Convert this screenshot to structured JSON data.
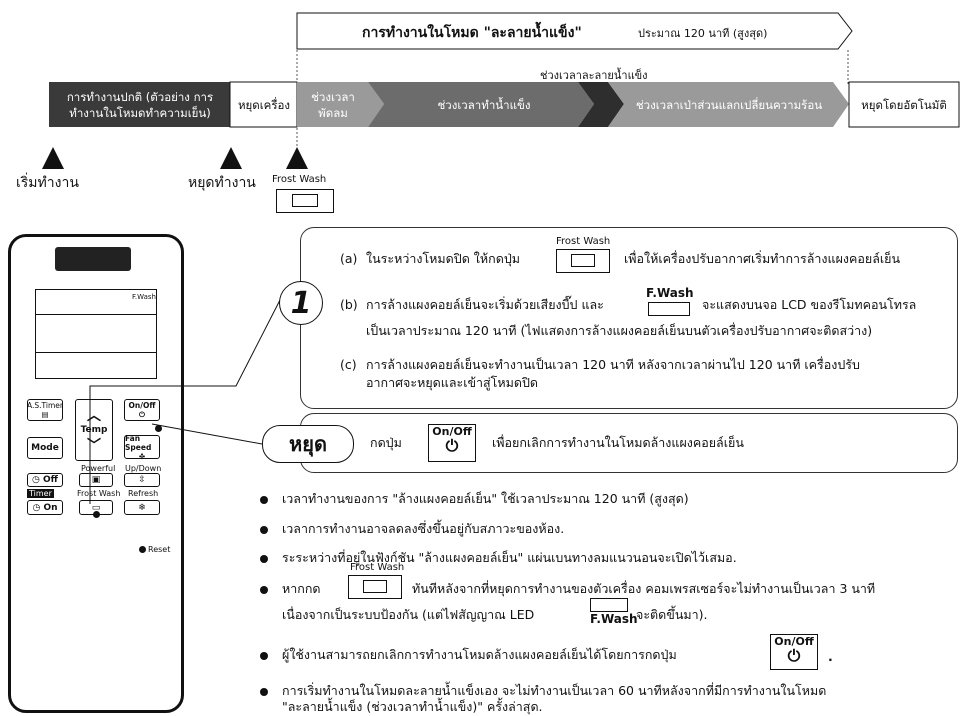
{
  "top_banner": {
    "title": "การทำงานในโหมด \"ละลายน้ำแข็ง\"",
    "subtitle": "ประมาณ 120 นาที (สูงสุด)"
  },
  "defrost_period_label": "ช่วงเวลาละลายน้ำแข็ง",
  "timeline": {
    "normal": "การทำงานปกติ (ตัวอย่าง การทำงานในโหมดทำความเย็น)",
    "stop_unit": "หยุดเครื่อง",
    "fan_period": "ช่วงเวลาพัดลม",
    "ice_period": "ช่วงเวลาทำน้ำแข็ง",
    "blow_period": "ช่วงเวลาเป่าส่วนแลกเปลี่ยนความร้อน",
    "auto_stop": "หยุดโดยอัตโนมัติ"
  },
  "markers": {
    "start": "เริ่มทำงาน",
    "stop": "หยุดทำงาน",
    "frost_wash": "Frost Wash"
  },
  "remote": {
    "lcd_label": "F.Wash",
    "as_timer": "A.S.Timer",
    "temp": "Temp",
    "onoff": "On/Off",
    "mode": "Mode",
    "fan_speed": "Fan Speed",
    "powerful": "Powerful",
    "up_down": "Up/Down",
    "off": "Off",
    "timer": "Timer",
    "frost_wash": "Frost Wash",
    "refresh": "Refresh",
    "on": "On",
    "reset": "Reset"
  },
  "step_number": "1",
  "steps": {
    "a_prefix": "(a)",
    "a_text1": "ในระหว่างโหมดปิด ให้กดปุ่ม",
    "a_text2": "เพื่อให้เครื่องปรับอากาศเริ่มทำการล้างแผงคอยล์เย็น",
    "b_prefix": "(b)",
    "b_text1": "การล้างแผงคอยล์เย็นจะเริ่มด้วยเสียงบี๊ป และ",
    "b_fwash": "F.Wash",
    "b_text2": "จะแสดงบนจอ LCD ของรีโมทคอนโทรล",
    "b_text3": "เป็นเวลาประมาณ 120 นาที (ไฟแสดงการล้างแผงคอยล์เย็นบนตัวเครื่องปรับอากาศจะติดสว่าง)",
    "c_prefix": "(c)",
    "c_text1": "การล้างแผงคอยล์เย็นจะทำงานเป็นเวลา 120 นาที หลังจากเวลาผ่านไป 120 นาที เครื่องปรับ",
    "c_text2": "อากาศจะหยุดและเข้าสู่โหมดปิด",
    "frost_wash_caption": "Frost Wash"
  },
  "stop_box": {
    "label": "หยุด",
    "press": "กดปุ่ม",
    "onoff": "On/Off",
    "text": "เพื่อยกเลิกการทำงานในโหมดล้างแผงคอยล์เย็น"
  },
  "notes": [
    "เวลาทำงานของการ \"ล้างแผงคอยล์เย็น\" ใช้เวลาประมาณ 120 นาที (สูงสุด)",
    "เวลาการทำงานอาจลดลงซึ่งขึ้นอยู่กับสภาวะของห้อง.",
    "ระระหว่างที่อยู่ในฟังก์ชัน \"ล้างแผงคอยล์เย็น\"  แผ่นเบนทางลมแนวนอนจะเปิดไว้เสมอ.",
    "ผู้ใช้งานสามารถยกเลิกการทำงานโหมดล้างแผงคอยล์เย็นได้โดยการกดปุ่ม",
    "การเริ่มทำงานในโหมดละลายน้ำแข็งเอง จะไม่ทำงานเป็นเวลา 60 นาทีหลังจากที่มีการทำงานในโหมด",
    "\"ละลายน้ำแข็ง (ช่วงเวลาทำน้ำแข็ง)\" ครั้งล่าสุด."
  ],
  "note4": {
    "prefix": "หากกด",
    "caption": "Frost Wash",
    "text1": "ทันทีหลังจากที่หยุดการทำงานของตัวเครื่อง คอมเพรสเซอร์จะไม่ทำงานเป็นเวลา 3 นาที",
    "text2": "เนื่องจากเป็นระบบป้องกัน (แต่ไฟสัญญาณ LED",
    "fwash": "F.Wash",
    "text3": "จะติดขึ้นมา)."
  },
  "onoff_label": "On/Off"
}
